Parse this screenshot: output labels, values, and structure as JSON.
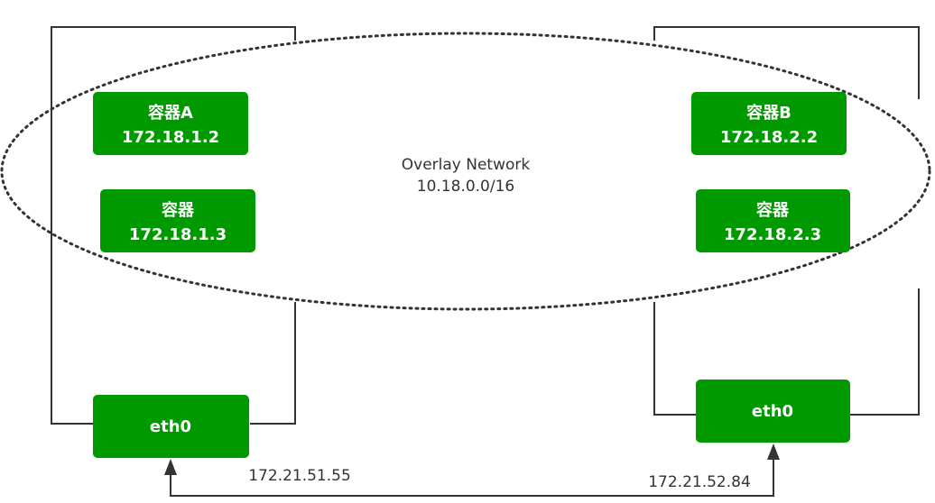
{
  "overlay": {
    "name": "Overlay Network",
    "cidr": "10.18.0.0/16"
  },
  "host_left": {
    "container_a": {
      "name": "容器A",
      "ip": "172.18.1.2"
    },
    "container_b": {
      "name": "容器",
      "ip": "172.18.1.3"
    },
    "nic": {
      "name": "eth0"
    },
    "host_ip": "172.21.51.55"
  },
  "host_right": {
    "container_a": {
      "name": "容器B",
      "ip": "172.18.2.2"
    },
    "container_b": {
      "name": "容器",
      "ip": "172.18.2.3"
    },
    "nic": {
      "name": "eth0"
    },
    "host_ip": "172.21.52.84"
  },
  "colors": {
    "box_fill": "#009900",
    "box_text": "#ffffff",
    "line": "#333333"
  }
}
